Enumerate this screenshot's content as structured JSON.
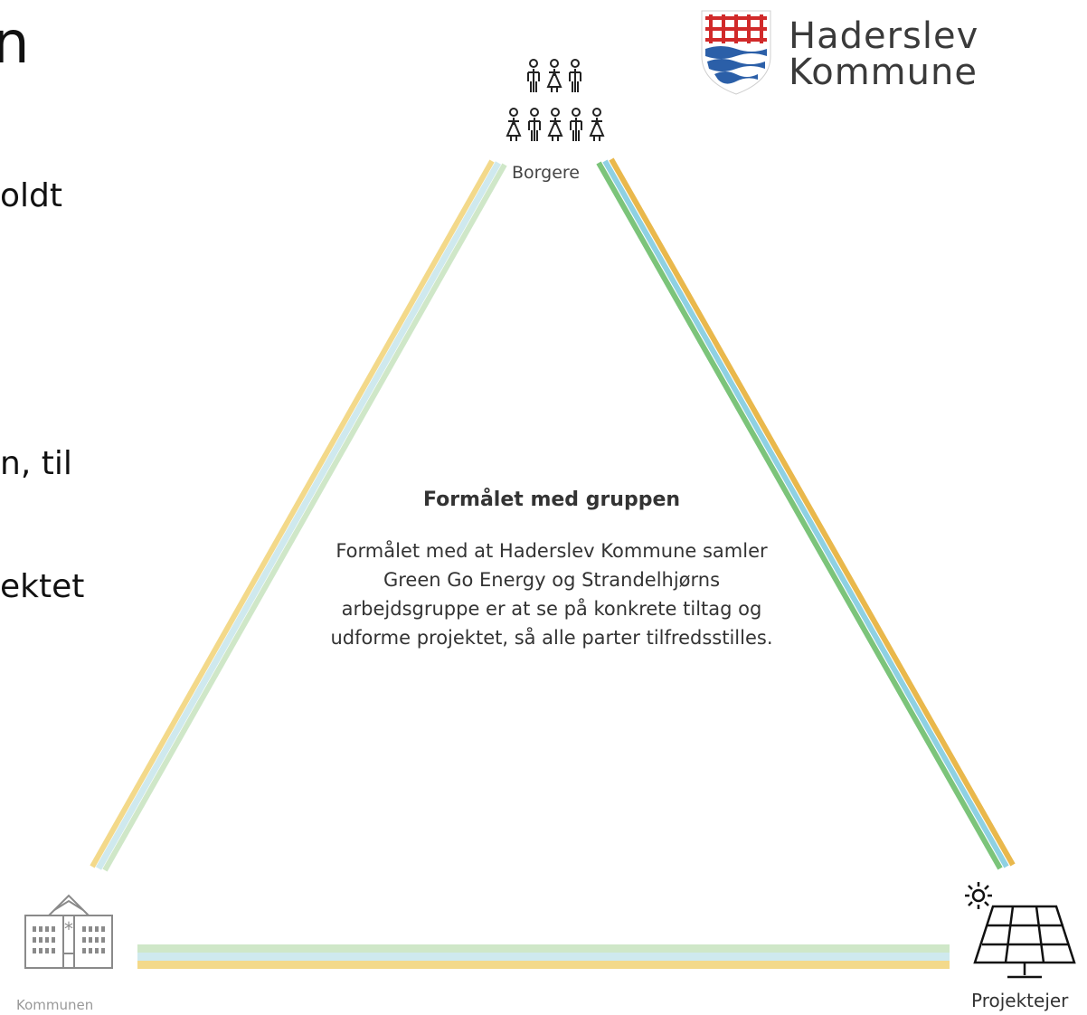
{
  "background_fragments": {
    "title": "n",
    "line1": "oldt",
    "line2": "n, til",
    "line3": "ektet"
  },
  "logo": {
    "line1": "Haderslev",
    "line2": "Kommune",
    "name": "haderslev-coat-of-arms-icon"
  },
  "nodes": {
    "top": {
      "label": "Borgere",
      "icon": "people-group-icon"
    },
    "bottom_left": {
      "label": "Kommunen",
      "icon": "town-hall-building-icon"
    },
    "bottom_right": {
      "label": "Projektejer",
      "icon": "solar-panel-icon"
    }
  },
  "center": {
    "title": "Formålet med gruppen",
    "body": "Formålet med at Haderslev Kommune samler Green Go Energy og Strandelhjørns arbejdsgruppe er at se på konkrete tiltag og udforme projektet, så alle parter tilfredsstilles."
  },
  "colors": {
    "yellow": "#f3d98a",
    "light_blue": "#cfe9ee",
    "light_green": "#cfe7c8",
    "green": "#7cc47a",
    "blue": "#8ed1e3",
    "orange": "#e9b84c"
  }
}
